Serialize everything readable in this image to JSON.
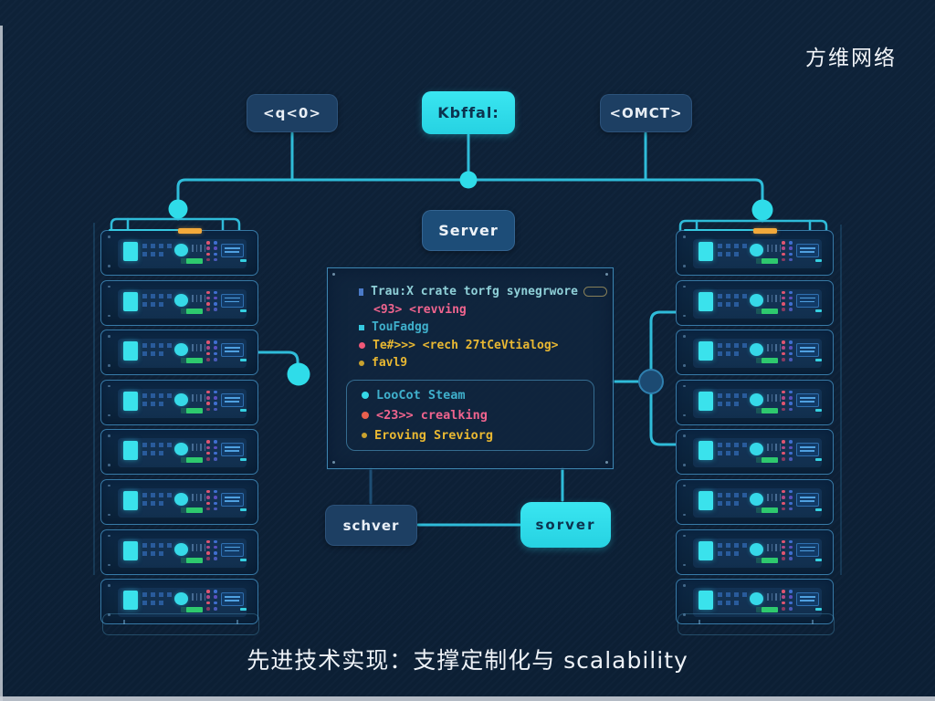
{
  "brand": "方维网络",
  "caption": "先进技术实现：支撑定制化与 scalability",
  "colors": {
    "background": "#0e2238",
    "accent_cyan": "#35dcea",
    "wire": "#2fbcd9",
    "node_dark": "#1d3f63",
    "node_mid": "#1d4d78",
    "node_cyan": "#3ae0ec",
    "orange_strip": "#f2a93b",
    "green_led": "#2ec96e",
    "pink_text": "#f0648e",
    "yellow_text": "#e9b832"
  },
  "top_nodes": [
    {
      "label": "<q<0>",
      "variant": "dark"
    },
    {
      "label": "Kbffal:",
      "variant": "cyan"
    },
    {
      "label": "<OMCT>",
      "variant": "dark"
    }
  ],
  "server_node": {
    "label": "Server"
  },
  "bottom_nodes": [
    {
      "label": "schver",
      "variant": "dark"
    },
    {
      "label": "sorver",
      "variant": "cyan"
    }
  ],
  "code_panel": {
    "lines": [
      {
        "bullet": "square-blue",
        "text": "Trau:X crate torfg synegrwore",
        "color": "cyan",
        "pill": true
      },
      {
        "bullet": "none",
        "text": "<93> <revving",
        "color": "pink"
      },
      {
        "bullet": "square-cyan",
        "text": "TouFadgg",
        "color": "teal"
      },
      {
        "bullet": "dot-pink",
        "text": "Te#>>> <rech 27tCeVtialog>",
        "color": "yellow"
      },
      {
        "bullet": "dot-yellow",
        "text": "favl9",
        "color": "yellow"
      }
    ],
    "sub_lines": [
      {
        "bullet": "dot-cyan",
        "text": "LooCot Steam",
        "color": "teal"
      },
      {
        "bullet": "dot-red",
        "text": "<23>> crealking",
        "color": "pink"
      },
      {
        "bullet": "dot-yellow",
        "text": "Eroving Sreviorg",
        "color": "yellow"
      }
    ]
  },
  "racks": {
    "left": {
      "units": 8
    },
    "right": {
      "units": 8
    }
  }
}
